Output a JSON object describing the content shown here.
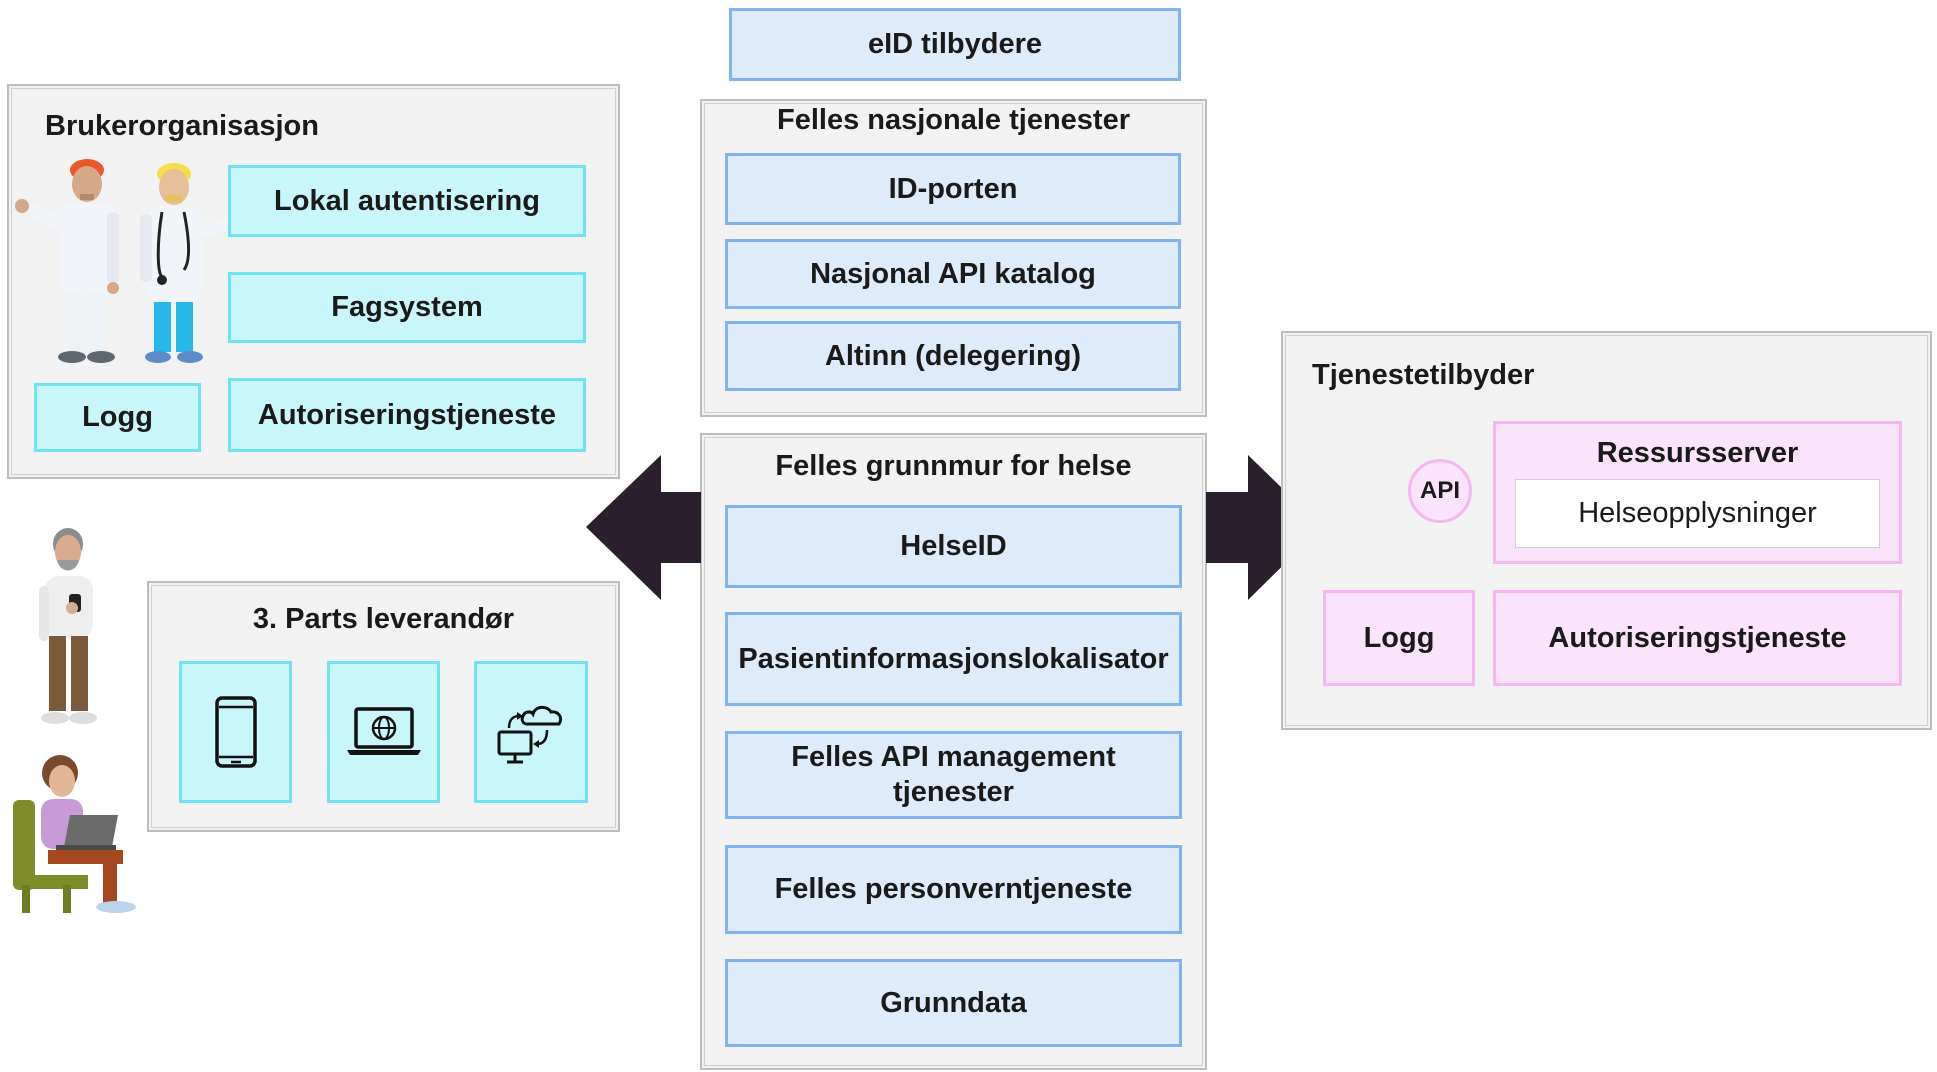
{
  "eid": {
    "label": "eID tilbydere"
  },
  "national": {
    "title": "Felles nasjonale tjenester",
    "items": [
      "ID-porten",
      "Nasjonal API katalog",
      "Altinn (delegering)"
    ]
  },
  "grunnmur": {
    "title": "Felles grunnmur for helse",
    "items": [
      "HelseID",
      "Pasientinformasjonslokalisator",
      "Felles API management tjenester",
      "Felles personverntjeneste",
      "Grunndata"
    ]
  },
  "bruker": {
    "title": "Brukerorganisasjon",
    "lokal": "Lokal autentisering",
    "fag": "Fagsystem",
    "logg": "Logg",
    "autoriser": "Autoriseringstjeneste"
  },
  "parts": {
    "title": "3. Parts leverandør",
    "icons": [
      "mobile-phone-icon",
      "laptop-globe-icon",
      "cloud-sync-devices-icon"
    ]
  },
  "tjeneste": {
    "title": "Tjenestetilbyder",
    "api": "API",
    "ressurs": "Ressursserver",
    "helse": "Helseopplysninger",
    "logg": "Logg",
    "autoriser": "Autoriseringstjeneste"
  },
  "colors": {
    "blue_fill": "#deebfb",
    "blue_border": "#7fb4ec",
    "cyan_fill": "#c9f6fb",
    "cyan_border": "#6fe3f1",
    "pink_fill": "#fbe3fb",
    "pink_border": "#f5b6f3",
    "arrow": "#2a1f2d",
    "group_bg": "#f2f2f2"
  }
}
